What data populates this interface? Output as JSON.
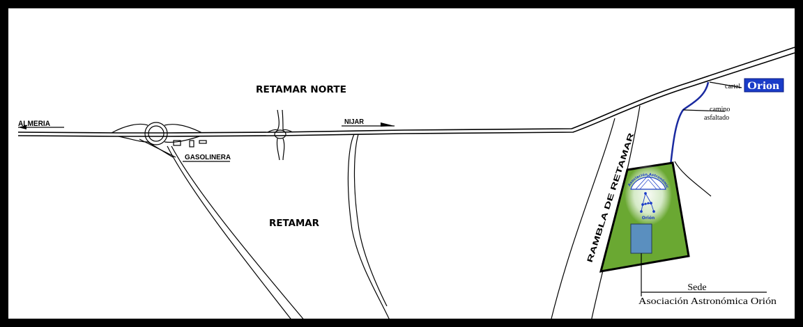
{
  "map": {
    "place_labels": {
      "retamar_norte": "RETAMAR NORTE",
      "retamar": "RETAMAR",
      "almeria": "ALMERIA",
      "nijar": "NIJAR",
      "gasolinera": "GASOLINERA",
      "rambla": "RAMBLA  DE  RETAMAR"
    },
    "annotations": {
      "cartel": "cartel",
      "camino_line1": "camino",
      "camino_line2": "asfaltado",
      "sede_line1": "Sede",
      "sede_line2": "Asociación Astronómica Orión"
    },
    "sign": {
      "text": "Orion",
      "color": "#1a3cc8"
    },
    "logo": {
      "arc_text": "Asociación Astronómica",
      "name": "Orión"
    },
    "colors": {
      "plot_fill": "#6aa832",
      "building_fill": "#5a8fbf",
      "paved_path": "#1a2aa0",
      "background": "#ffffff",
      "frame": "#000000"
    }
  }
}
